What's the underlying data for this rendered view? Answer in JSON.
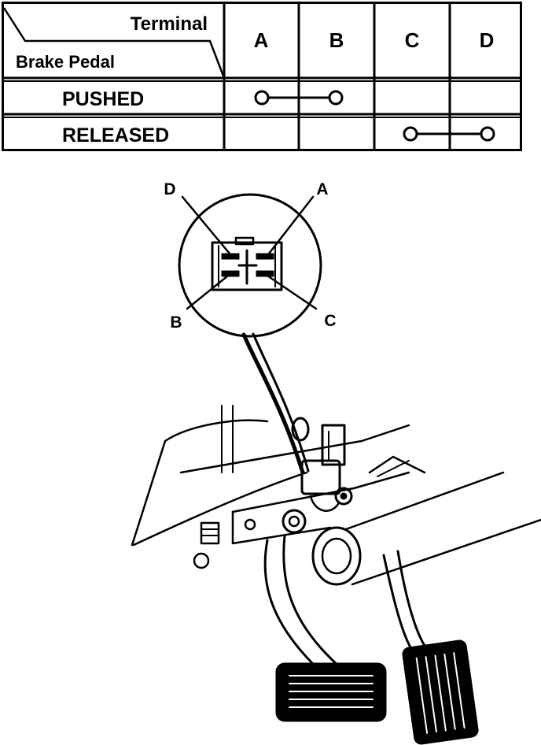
{
  "table": {
    "header_terminal": "Terminal",
    "header_pedal": "Brake Pedal",
    "terminals": [
      "A",
      "B",
      "C",
      "D"
    ],
    "rows": [
      {
        "state": "PUSHED",
        "continuity": [
          "A",
          "B"
        ]
      },
      {
        "state": "RELEASED",
        "continuity": [
          "C",
          "D"
        ]
      }
    ]
  },
  "connector": {
    "labels": {
      "top_left": "D",
      "top_right": "A",
      "bottom_left": "B",
      "bottom_right": "C"
    }
  }
}
